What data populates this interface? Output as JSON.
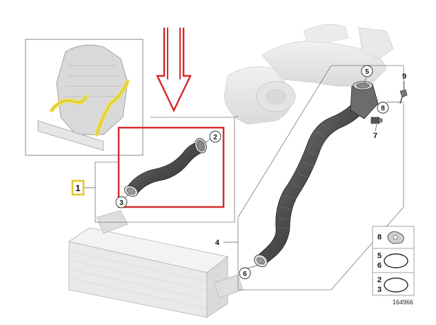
{
  "diagram": {
    "main_label": "1",
    "callouts": {
      "c2": "2",
      "c3": "3",
      "c4": "4",
      "c5": "5",
      "c6": "6",
      "c7": "7",
      "c8": "8",
      "c9": "9"
    },
    "legend": {
      "row1": [
        "8"
      ],
      "row2": [
        "5",
        "6"
      ],
      "row3": [
        "2",
        "3"
      ]
    },
    "diagram_code": "164966",
    "colors": {
      "highlight_red": "#d62a2a",
      "label_box_yellow": "#e6c420",
      "pipe_highlight_yellow": "#f0e050"
    }
  }
}
